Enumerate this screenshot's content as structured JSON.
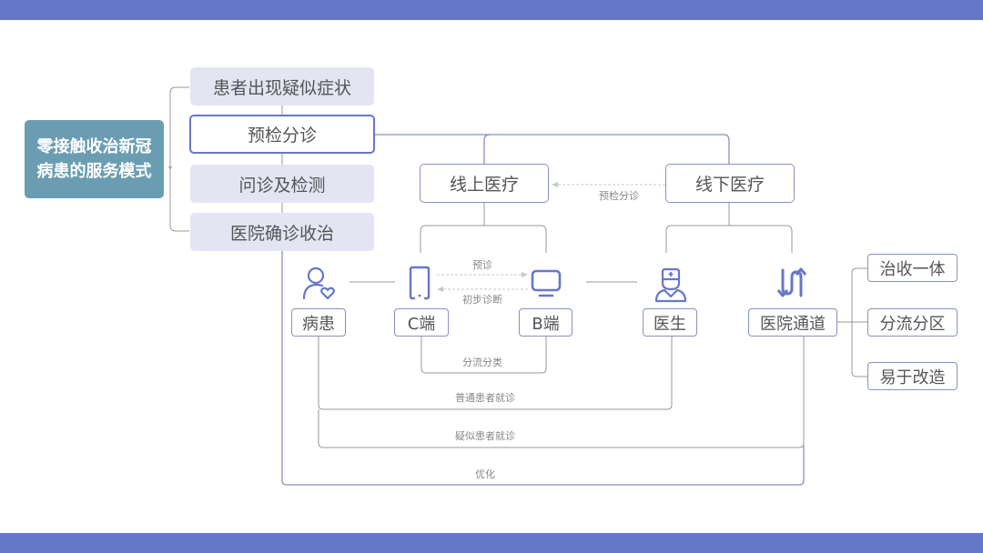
{
  "title_box": {
    "line1": "零接触收治新冠",
    "line2": "病患的服务模式"
  },
  "steps": [
    {
      "label": "患者出现疑似症状"
    },
    {
      "label": "预检分诊"
    },
    {
      "label": "问诊及检测"
    },
    {
      "label": "医院确诊收治"
    }
  ],
  "branches": {
    "online": "线上医疗",
    "offline": "线下医疗",
    "triage_label": "预检分诊"
  },
  "actors": {
    "patient": "病患",
    "c_end": "C端",
    "b_end": "B端",
    "doctor": "医生",
    "channel": "医院通道"
  },
  "channel_features": [
    "治收一体",
    "分流分区",
    "易于改造"
  ],
  "edge_labels": {
    "pre_diagnosis": "预诊",
    "initial_diagnosis": "初步诊断",
    "triage_classify": "分流分类",
    "regular_visit": "普通患者就诊",
    "suspected_visit": "疑似患者就诊",
    "optimize": "优化"
  },
  "icons": {
    "patient": "patient-heart-icon",
    "c_end": "smartphone-icon",
    "b_end": "monitor-icon",
    "doctor": "doctor-icon",
    "channel": "two-way-arrows-icon"
  },
  "colors": {
    "accent": "#6777c8",
    "title_box": "#6b9db2",
    "step_bg": "#e4e5f3"
  }
}
